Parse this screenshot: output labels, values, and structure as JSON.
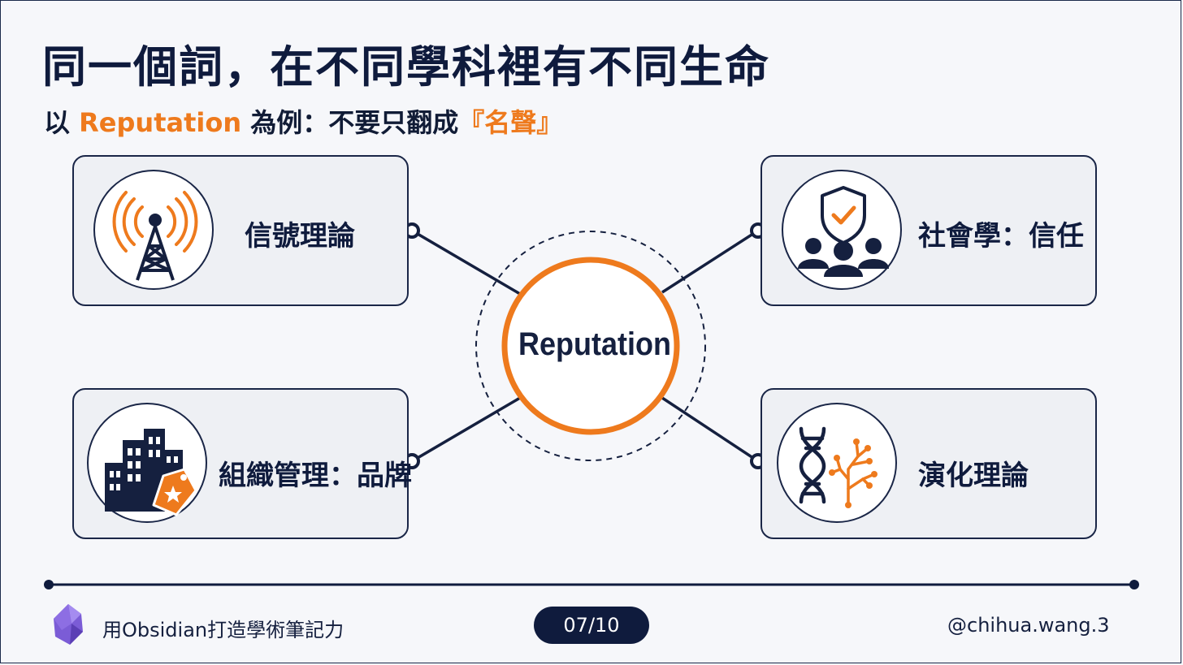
{
  "title": "同一個詞，在不同學科裡有不同生命",
  "subtitle": {
    "prefix": "以 ",
    "term": "Reputation",
    "middle": " 為例：不要只翻成",
    "highlight": "『名聲』"
  },
  "center": {
    "label": "Reputation"
  },
  "cards": [
    {
      "label": "信號理論",
      "icon": "radio-tower-icon"
    },
    {
      "label": "社會學：信任",
      "icon": "shield-people-icon"
    },
    {
      "label": "組織管理：品牌",
      "icon": "building-tag-icon"
    },
    {
      "label": "演化理論",
      "icon": "dna-tree-icon"
    }
  ],
  "footer": {
    "series": "用Obsidian打造學術筆記力",
    "page": "07/10",
    "handle": "@chihua.wang.3"
  },
  "colors": {
    "navy": "#0f1b3d",
    "accent": "#ee7a1d",
    "obsidian_purple": "#7b5cd6"
  }
}
